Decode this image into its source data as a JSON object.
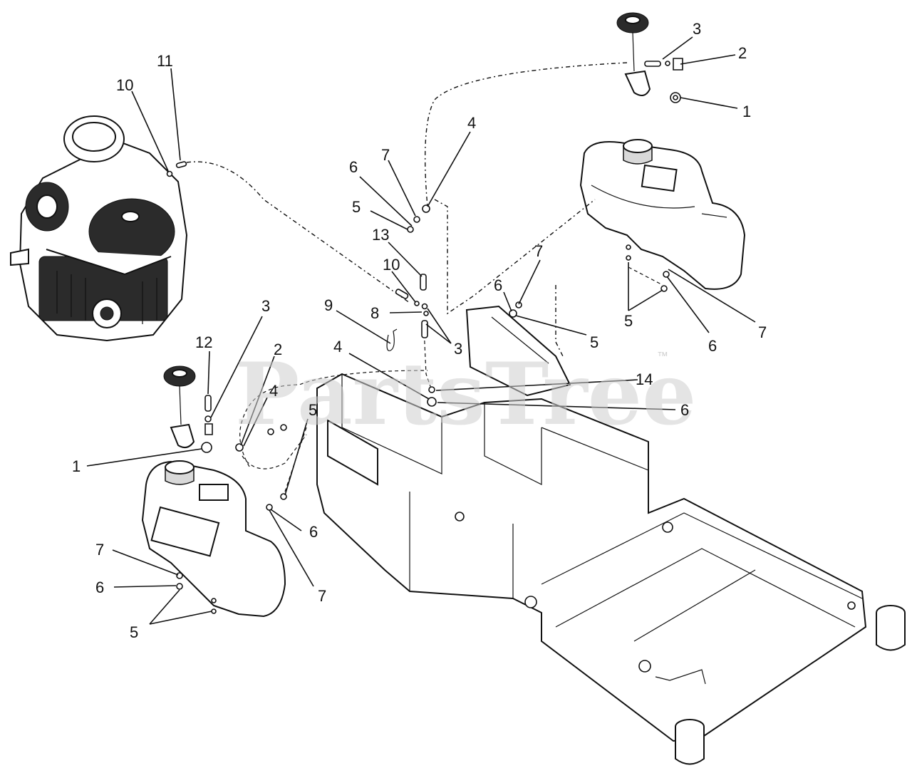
{
  "watermark": {
    "text": "PartsTree",
    "trademark": "™"
  },
  "callouts": [
    {
      "id": "c11-top",
      "label": "11"
    },
    {
      "id": "c10-top",
      "label": "10"
    },
    {
      "id": "c3-tr",
      "label": "3"
    },
    {
      "id": "c2-tr",
      "label": "2"
    },
    {
      "id": "c1-tr",
      "label": "1"
    },
    {
      "id": "c4-mid",
      "label": "4"
    },
    {
      "id": "c7-mid",
      "label": "7"
    },
    {
      "id": "c6-mid",
      "label": "6"
    },
    {
      "id": "c5-mid",
      "label": "5"
    },
    {
      "id": "c13-mid",
      "label": "13"
    },
    {
      "id": "c10-mid",
      "label": "10"
    },
    {
      "id": "c9-mid",
      "label": "9"
    },
    {
      "id": "c8-mid",
      "label": "8"
    },
    {
      "id": "c3-mid",
      "label": "3"
    },
    {
      "id": "c4-frame",
      "label": "4"
    },
    {
      "id": "c7-bracket",
      "label": "7"
    },
    {
      "id": "c6-bracket",
      "label": "6"
    },
    {
      "id": "c5-bracket",
      "label": "5"
    },
    {
      "id": "c5-rtank",
      "label": "5"
    },
    {
      "id": "c6-rtank",
      "label": "6"
    },
    {
      "id": "c7-rtank",
      "label": "7"
    },
    {
      "id": "c14",
      "label": "14"
    },
    {
      "id": "c6-frame",
      "label": "6"
    },
    {
      "id": "c3-left",
      "label": "3"
    },
    {
      "id": "c12-left",
      "label": "12"
    },
    {
      "id": "c2-left",
      "label": "2"
    },
    {
      "id": "c4-left",
      "label": "4"
    },
    {
      "id": "c5-left",
      "label": "5"
    },
    {
      "id": "c1-left",
      "label": "1"
    },
    {
      "id": "c6-left",
      "label": "6"
    },
    {
      "id": "c7-left",
      "label": "7"
    },
    {
      "id": "c7-ltank",
      "label": "7"
    },
    {
      "id": "c6-ltank",
      "label": "6"
    },
    {
      "id": "c5-ltank",
      "label": "5"
    }
  ]
}
